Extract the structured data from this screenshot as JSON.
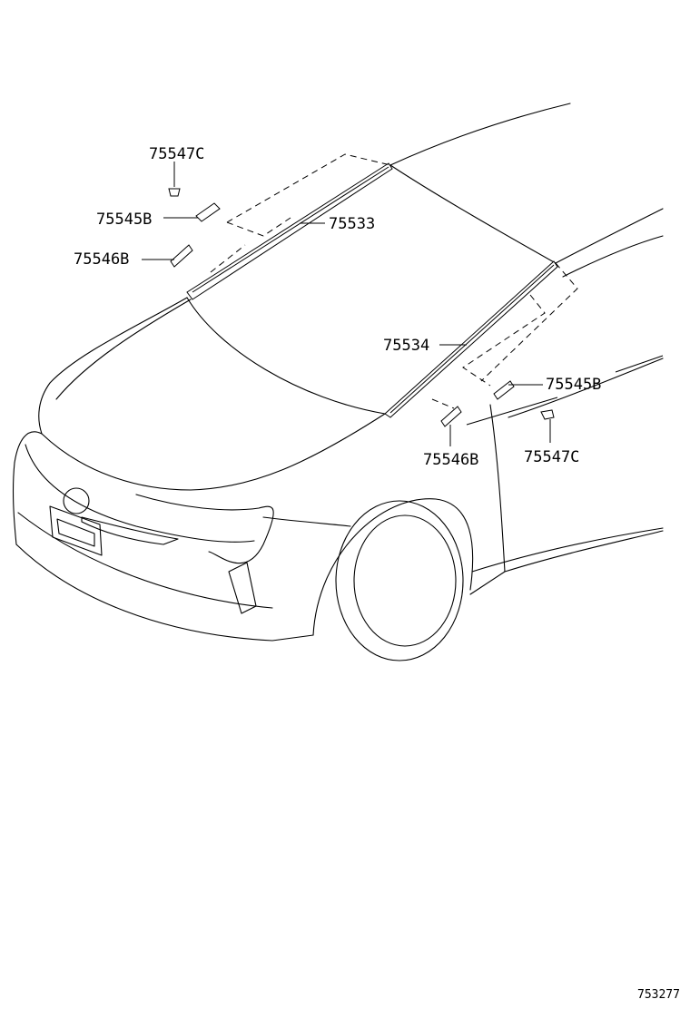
{
  "parts": {
    "clip_upper_left": "75547C",
    "clip_upper_right": "75547C",
    "seal_upper_left": "75545B",
    "seal_upper_right": "75545B",
    "seal_lower_left": "75546B",
    "seal_lower_right": "75546B",
    "molding_rh": "75533",
    "molding_lh": "75534"
  },
  "illustration_code": "753277"
}
